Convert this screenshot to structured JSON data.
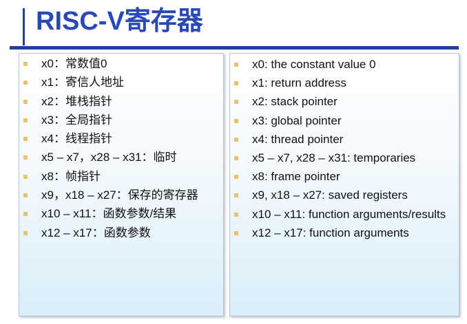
{
  "slide": {
    "title": "RISC-V寄存器",
    "left_items": [
      "x0：常数值0",
      "x1：寄信人地址",
      "x2：堆栈指针",
      "x3：全局指针",
      "x4：线程指针",
      "x5 – x7，x28 – x31：临时",
      "x8：帧指针",
      "x9，x18 – x27：保存的寄存器",
      "x10 – x11：函数参数/结果",
      "x12 – x17：函数参数"
    ],
    "right_items": [
      "x0: the constant value 0",
      "x1: return address",
      "x2: stack pointer",
      "x3: global pointer",
      "x4: thread pointer",
      "x5 – x7, x28 – x31: temporaries",
      "x8: frame pointer",
      "x9, x18 – x27: saved registers",
      "x10 – x11: function arguments/results",
      "x12 – x17: function arguments"
    ],
    "colors": {
      "title": "#2a48b8",
      "rule": "#1f3f9a",
      "bullet": "#e8c36a",
      "panel_gradient_bottom": "#d9eff9"
    }
  }
}
